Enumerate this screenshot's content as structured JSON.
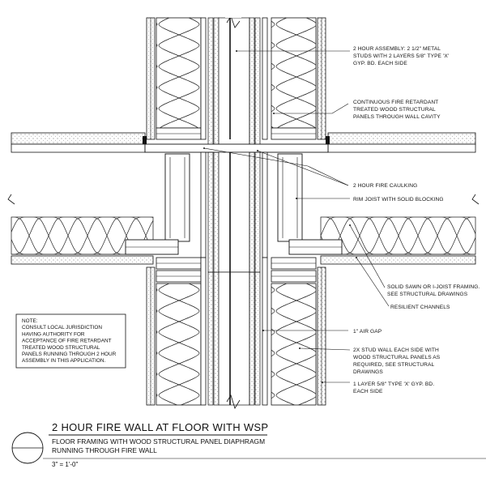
{
  "callouts": {
    "assembly": [
      "2 HOUR ASSEMBLY: 2 1/2\" METAL",
      "STUDS WITH 2 LAYERS 5/8\" TYPE 'X'",
      "GYP. BD. EACH SIDE"
    ],
    "panels": [
      "CONTINUOUS FIRE RETARDANT",
      "TREATED WOOD STRUCTURAL",
      "PANELS THROUGH WALL CAVITY"
    ],
    "caulking": [
      "2 HOUR FIRE CAULKING"
    ],
    "rim_joist": [
      "RIM JOIST WITH SOLID BLOCKING"
    ],
    "framing": [
      "SOLID SAWN OR I-JOIST FRAMING.",
      "SEE STRUCTURAL DRAWINGS"
    ],
    "resilient": [
      "RESILIENT CHANNELS"
    ],
    "air_gap": [
      "1\" AIR GAP"
    ],
    "stud_wall": [
      "2X STUD WALL EACH SIDE WITH",
      "WOOD STRUCTURAL PANELS AS",
      "REQUIRED, SEE STRUCTURAL",
      "DRAWINGS"
    ],
    "gyp_layer": [
      "1 LAYER 5/8\" TYPE 'X' GYP. BD.",
      "EACH SIDE"
    ]
  },
  "note": [
    "NOTE:",
    "CONSULT LOCAL JURISDICTION",
    "HAVING AUTHORITY FOR",
    "ACCEPTANCE OF FIRE RETARDANT",
    "TREATED WOOD STRUCTURAL",
    "PANELS RUNNING THROUGH 2 HOUR",
    "ASSEMBLY IN THIS APPLICATION."
  ],
  "title": {
    "main": "2 HOUR FIRE WALL AT FLOOR WITH WSP",
    "sub1": "FLOOR FRAMING WITH WOOD STRUCTURAL PANEL DIAPHRAGM",
    "sub2": "RUNNING THROUGH FIRE WALL",
    "scale": "3\" = 1'-0\""
  }
}
